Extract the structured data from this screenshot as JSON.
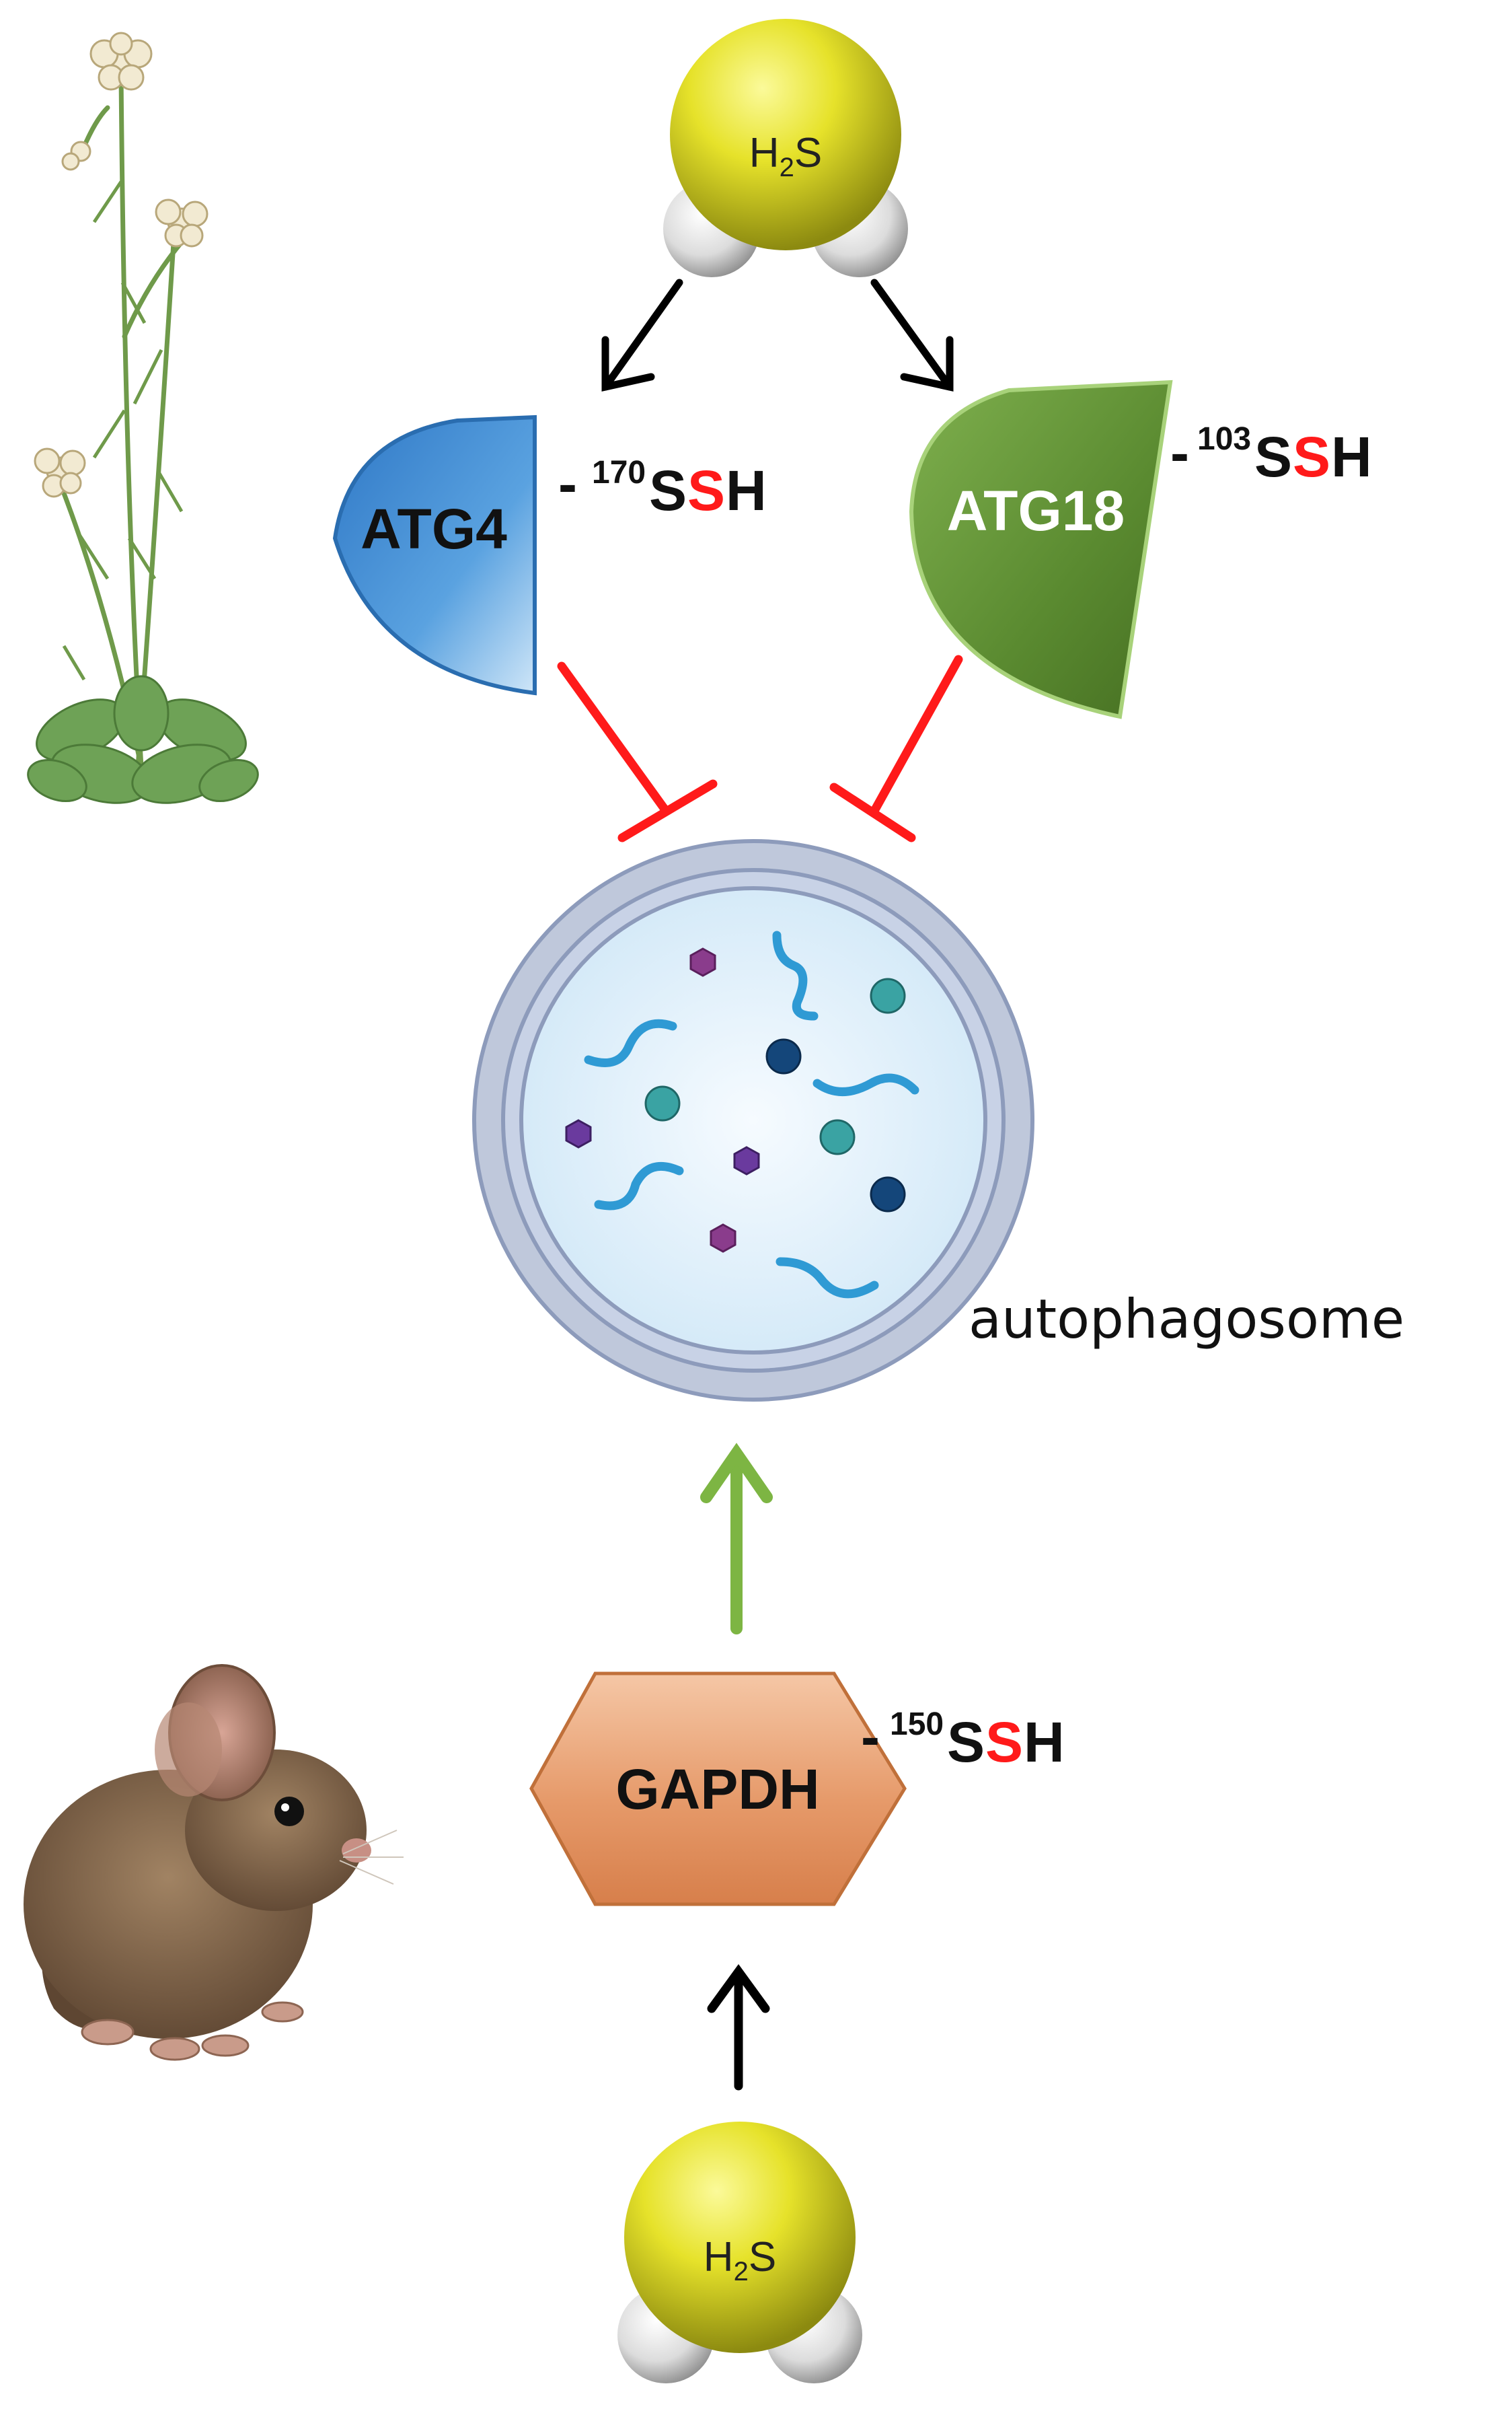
{
  "molecules": {
    "top": {
      "label_main": "H",
      "label_sub": "2",
      "label_tail": "S",
      "icon": "h2s-molecule-icon"
    },
    "bottom": {
      "label_main": "H",
      "label_sub": "2",
      "label_tail": "S",
      "icon": "h2s-molecule-icon"
    }
  },
  "proteins": {
    "atg4": {
      "label": "ATG4",
      "site_prefix": "-",
      "site_number": "170",
      "site_s1": "S",
      "site_s2": "S",
      "site_h": "H"
    },
    "atg18": {
      "label": "ATG18",
      "site_prefix": "-",
      "site_number": "103",
      "site_s1": "S",
      "site_s2": "S",
      "site_h": "H"
    },
    "gapdh": {
      "label": "GAPDH",
      "site_prefix": "-",
      "site_number": "150",
      "site_s1": "S",
      "site_s2": "S",
      "site_h": "H"
    }
  },
  "autophagosome": {
    "label": "autophagosome"
  },
  "organisms": {
    "plant": "arabidopsis-plant-icon",
    "animal": "mouse-icon"
  },
  "colors": {
    "molecule_sulfur": "#e3e02a",
    "molecule_hydrogen": "#d9d9d9",
    "atg4_fill": "#3f86cc",
    "atg18_fill": "#5e8f35",
    "gapdh_fill": "#e49a6c",
    "activation_arrow": "#000000",
    "inhibition": "#ff1a1a",
    "promotion_arrow": "#7db543",
    "modified_sulfur": "#ff1a1a"
  }
}
